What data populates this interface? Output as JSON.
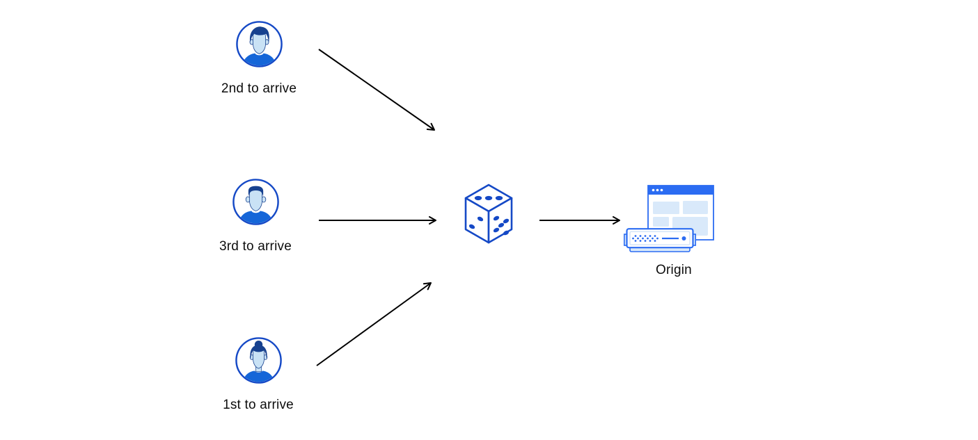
{
  "background": "#ffffff",
  "nodes": {
    "visitor_2nd": {
      "label": "2nd to arrive",
      "icon": "user-male-avatar-icon"
    },
    "visitor_3rd": {
      "label": "3rd to arrive",
      "icon": "user-male-avatar-icon"
    },
    "visitor_1st": {
      "label": "1st to arrive",
      "icon": "user-female-avatar-icon"
    },
    "random_selector": {
      "icon": "dice-icon"
    },
    "origin": {
      "label": "Origin",
      "icon": "origin-server-icon"
    }
  },
  "colors": {
    "background": "#ffffff",
    "arrow": "#000000",
    "icon-stroke": "#1549c6",
    "hair": "#17418f",
    "face": "#c9e2f5",
    "shirt": "#1566d8",
    "window-blue": "#2b6cf2",
    "panel-blue": "#d9e9fa",
    "inner-line": "#cfe2f7",
    "label-text": "#0d0d0d"
  }
}
